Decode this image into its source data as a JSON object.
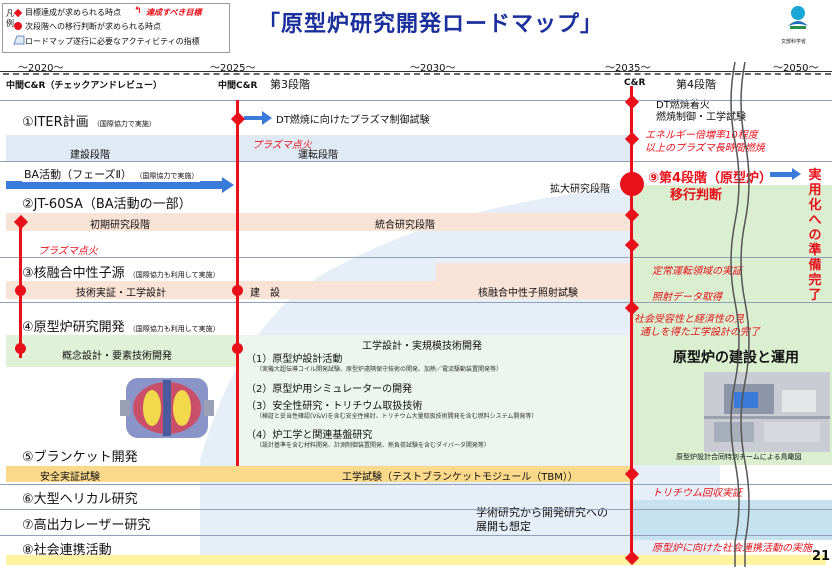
{
  "legend": {
    "label": "凡例",
    "item1": "目標達成が求められる時点",
    "item1b": "達成すべき目標",
    "item2": "次段階への移行判断が求められる時点",
    "item3": "ロードマップ遂行に必要なアクティビティの指標"
  },
  "title": "「原型炉研究開発ロードマップ」",
  "logo_text": "文部科学省",
  "years": [
    "～2020～",
    "～2025～",
    "～2030～",
    "～2035～",
    "～2050～"
  ],
  "milestones": {
    "m1": "中間C&R（チェックアンドレビュー）",
    "m2": "中間C&R",
    "m2b": "第3段階",
    "m3": "C&R",
    "m3b": "第4段階"
  },
  "iter": {
    "name": "①ITER計画",
    "note": "（国際協力で実施）",
    "arrow": "DT燃焼に向けたプラズマ制御試験",
    "ignite": "プラズマ点火",
    "op": "運転段階",
    "build": "建設段階",
    "dt1": "DT燃焼着火",
    "dt2": "燃焼制御・工学試験",
    "goal1": "エネルギー倍増率10程度",
    "goal2": "以上のプラズマ長時間燃焼"
  },
  "ba": {
    "name": "BA活動（フェーズⅡ）",
    "note": "（国際協力で実施）"
  },
  "jt60": {
    "name": "②JT-60SA（BA活動の一部）",
    "expand": "拡大研究段階",
    "early": "初期研究段階",
    "integrated": "統合研究段階",
    "ignite": "プラズマ点火",
    "steady": "定常運転領域の実証"
  },
  "stage4": {
    "l1": "⑨第4段階（原型炉）",
    "l2": "移行判断"
  },
  "practical": [
    "実",
    "用",
    "化",
    "へ",
    "の",
    "準",
    "備",
    "完",
    "了"
  ],
  "neutron": {
    "name": "③核融合中性子源",
    "note": "（国際協力も利用して実施）",
    "design": "技術実証・工学設計",
    "build": "建　設",
    "irr": "核融合中性子照射試験",
    "goal": "照射データ取得"
  },
  "demo": {
    "name": "④原型炉研究開発",
    "note": "（国際協力も利用して実施）",
    "concept": "概念設計・要素技術開発",
    "eng": "工学設計・実規模技術開発",
    "goal1": "社会受容性と経済性の見",
    "goal2": "通しを得た工学設計の完了",
    "build_op": "原型炉の建設と運用",
    "team": "原型炉設計合同特別チームによる鳥瞰図",
    "a1": "（1）原型炉設計活動",
    "a1s": "（実機大超伝導コイル開発試験、原型炉遠隔保守技術の開発、加熱／電流駆動装置開発等）",
    "a2": "（2）原型炉用シミュレーターの開発",
    "a3": "（3）安全性研究・トリチウム取扱技術",
    "a3s": "（検証と妥当性確認(V&V)を含む安全性検討、トリチウム大量取扱技術開発を含む燃料システム開発等）",
    "a4": "（4）炉工学と関連基盤研究",
    "a4s": "（設計基準を含む材料開発、計測制御装置開発、熱負荷試験を含むダイバータ開発等）"
  },
  "blanket": {
    "name": "⑤ブランケット開発",
    "safety": "安全実証試験",
    "tbm": "工学試験（テストブランケットモジュール（TBM））",
    "goal": "トリチウム回収実証"
  },
  "helical": {
    "name": "⑥大型ヘリカル研究"
  },
  "laser": {
    "name": "⑦高出力レーザー研究",
    "text1": "学術研究から開発研究への",
    "text2": "展開も想定"
  },
  "social": {
    "name": "⑧社会連携活動",
    "goal": "原型炉に向けた社会連携活動の実施"
  },
  "page": "21"
}
